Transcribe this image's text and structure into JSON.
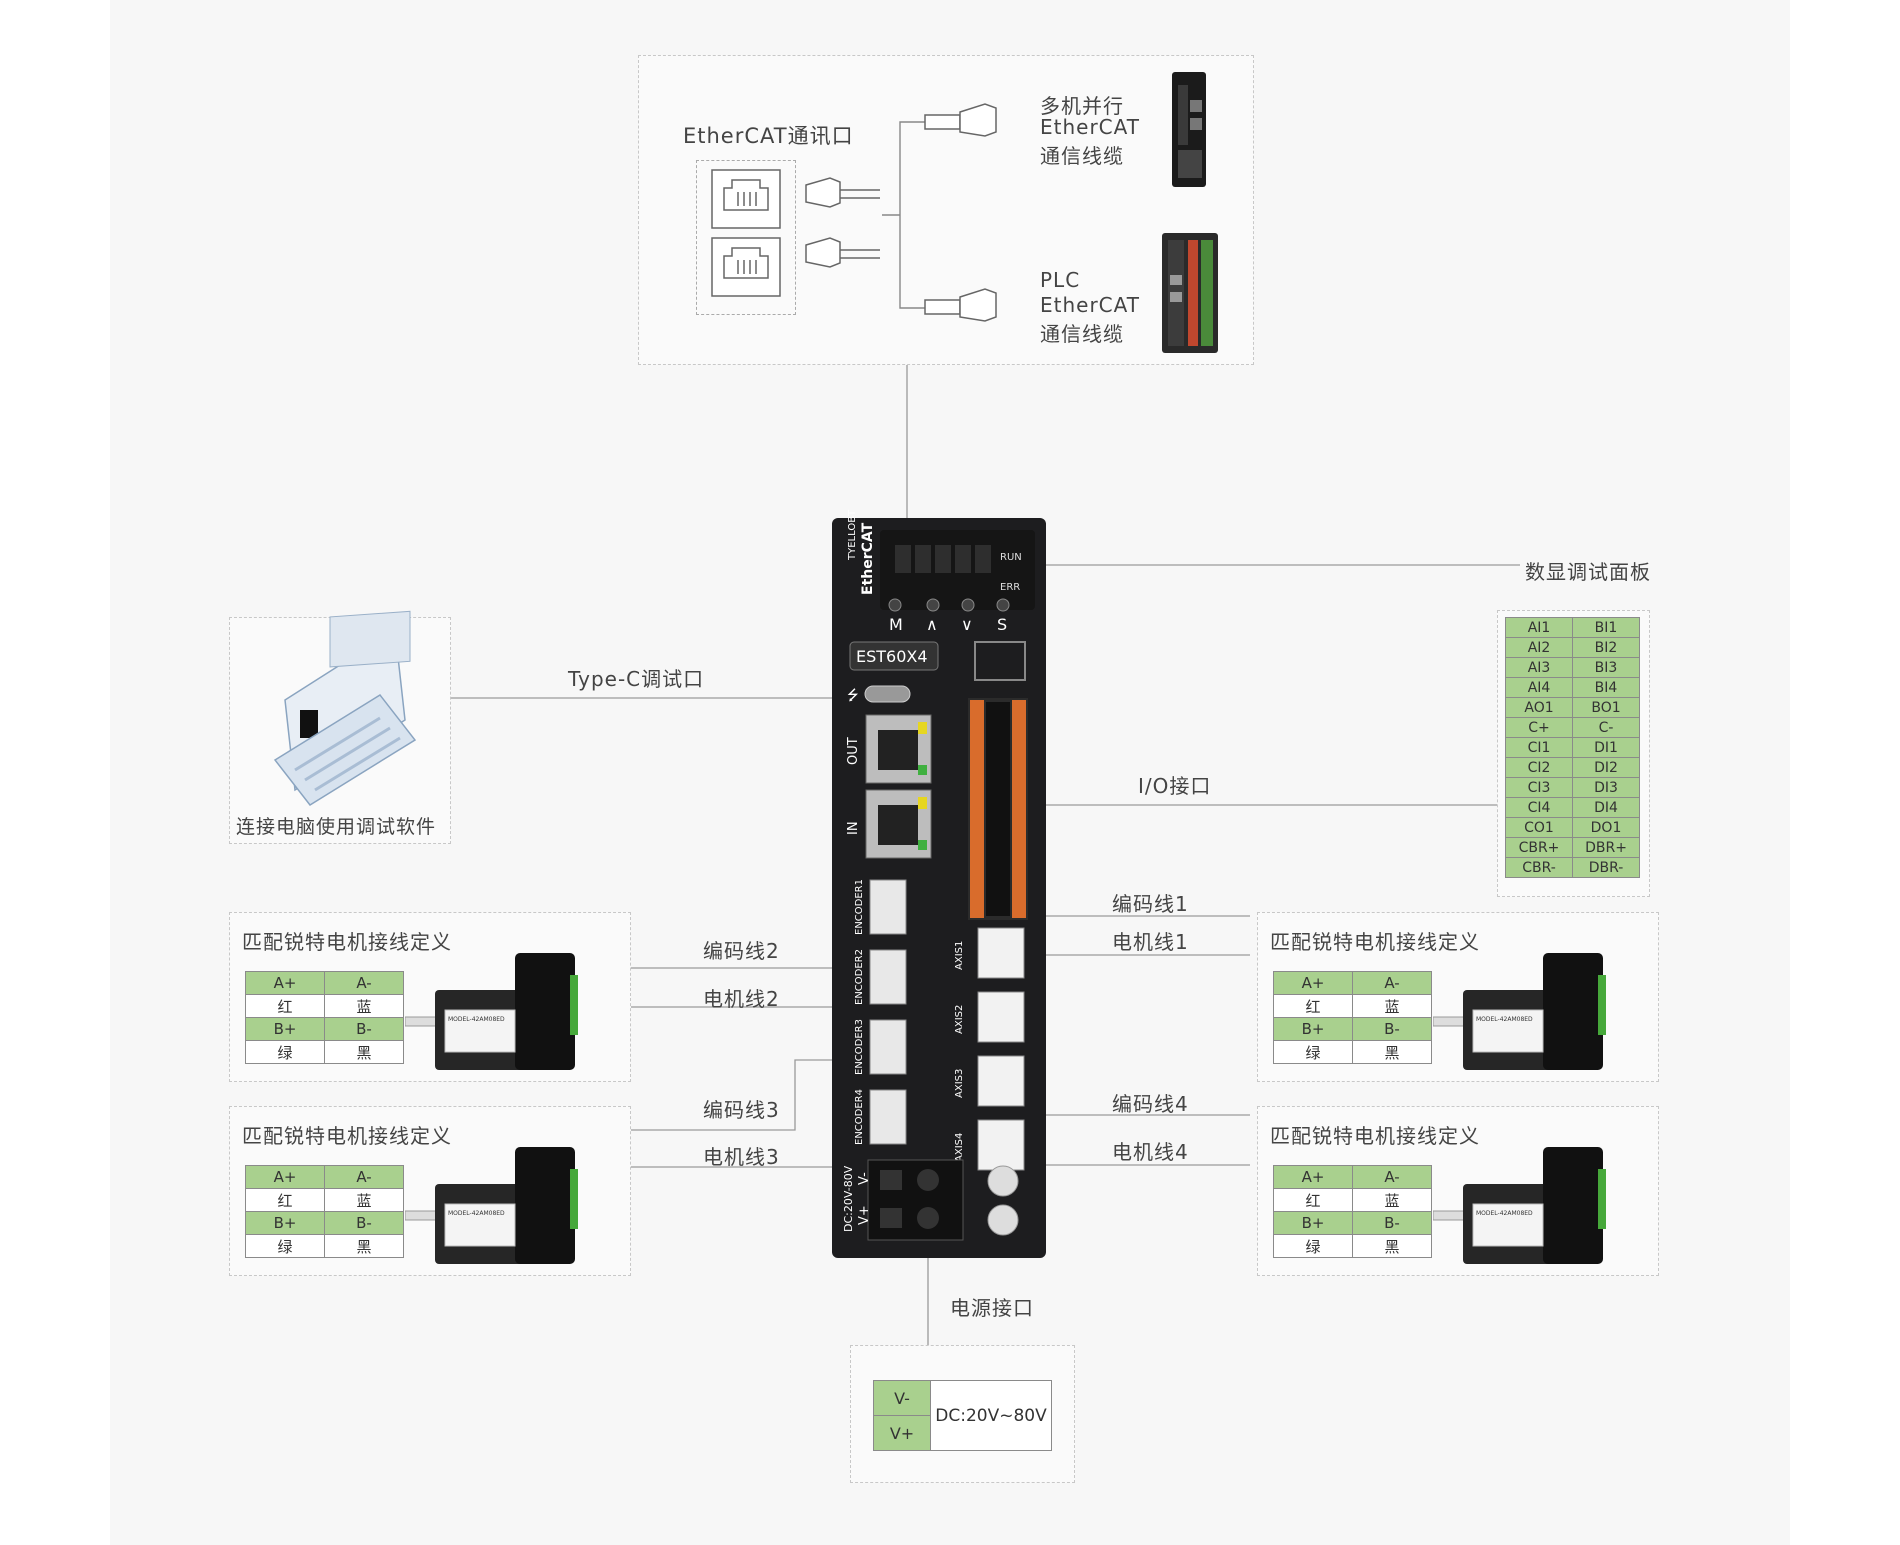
{
  "ethercat": {
    "port_label": "EtherCAT通讯口",
    "cable1_lines": [
      "多机并行",
      "EtherCAT",
      "通信线缆"
    ],
    "cable2_lines": [
      "PLC",
      "EtherCAT",
      "通信线缆"
    ]
  },
  "callouts": {
    "display_panel": "数显调试面板",
    "typec": "Type-C调试口",
    "pc_caption": "连接电脑使用调试软件",
    "io": "I/O接口",
    "enc1": "编码线1",
    "motor1": "电机线1",
    "enc2": "编码线2",
    "motor2": "电机线2",
    "enc3": "编码线3",
    "motor3": "电机线3",
    "enc4": "编码线4",
    "motor4": "电机线4",
    "power": "电源接口"
  },
  "device": {
    "model": "EST60X4",
    "brand": "TYELLOBT",
    "ethercat_logo": "EtherCAT",
    "run": "RUN",
    "err": "ERR",
    "keys": [
      "M",
      "∧",
      "∨",
      "S"
    ],
    "out": "OUT",
    "in": "IN",
    "encoders": [
      "ENCODER1",
      "ENCODER2",
      "ENCODER3",
      "ENCODER4"
    ],
    "axes": [
      "AXIS1",
      "AXIS2",
      "AXIS3",
      "AXIS4"
    ],
    "power_label": "DC:20V-80V",
    "vplus": "V+",
    "vminus": "V-"
  },
  "io_table": [
    [
      "AI1",
      "BI1"
    ],
    [
      "AI2",
      "BI2"
    ],
    [
      "AI3",
      "BI3"
    ],
    [
      "AI4",
      "BI4"
    ],
    [
      "AO1",
      "BO1"
    ],
    [
      "C+",
      "C-"
    ],
    [
      "CI1",
      "DI1"
    ],
    [
      "CI2",
      "DI2"
    ],
    [
      "CI3",
      "DI3"
    ],
    [
      "CI4",
      "DI4"
    ],
    [
      "CO1",
      "DO1"
    ],
    [
      "CBR+",
      "DBR+"
    ],
    [
      "CBR-",
      "DBR-"
    ]
  ],
  "motor_wiring": {
    "title": "匹配锐特电机接线定义",
    "rows": [
      [
        "A+",
        "A-"
      ],
      [
        "红",
        "蓝"
      ],
      [
        "B+",
        "B-"
      ],
      [
        "绿",
        "黑"
      ]
    ],
    "model": "MODEL-42AM08ED"
  },
  "power_table": {
    "rows": [
      "V-",
      "V+"
    ],
    "value": "DC:20V~80V"
  }
}
